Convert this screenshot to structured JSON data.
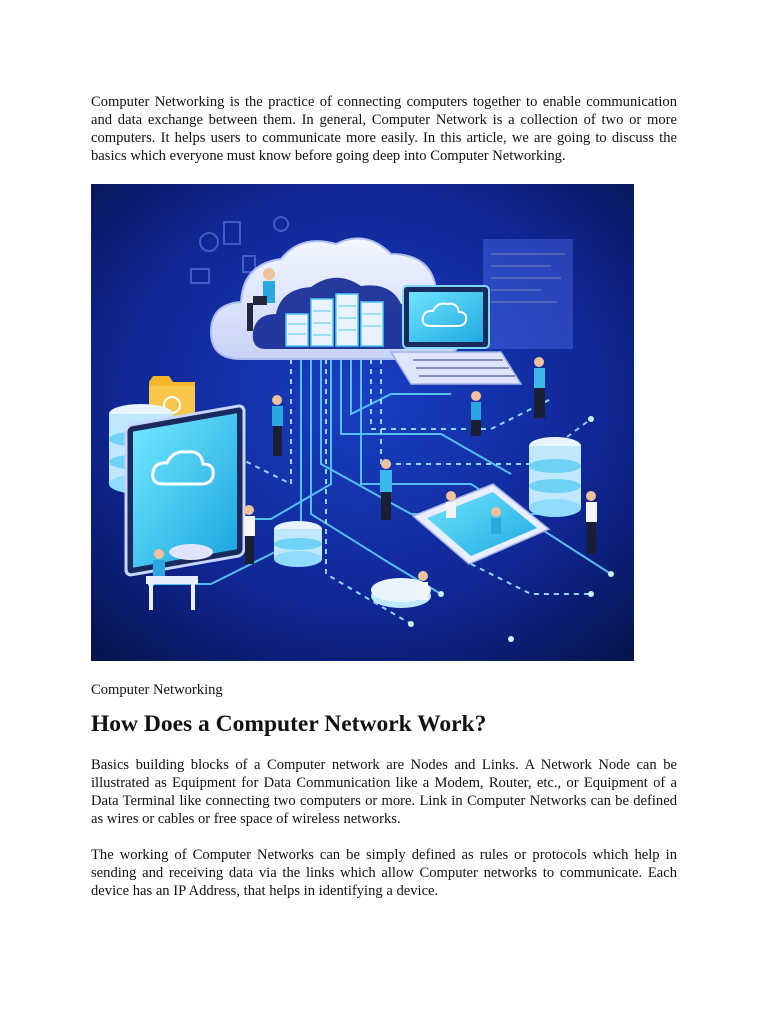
{
  "intro": "Computer Networking is the practice of connecting computers together to enable communication and data exchange between them. In general, Computer Network is a collection of two or more computers. It helps users to communicate more easily. In this article, we are going to discuss the basics which everyone must know before going deep into Computer Networking.",
  "figure": {
    "caption": "Computer Networking",
    "colors": {
      "bg_dark": "#06124a",
      "bg_mid": "#10259a",
      "accent": "#3fd0f0",
      "panel": "#e9eefc",
      "folder": "#f3b52a"
    }
  },
  "section": {
    "heading": "How Does a Computer Network Work?",
    "paragraphs": [
      "Basics building blocks of a Computer network are Nodes and Links. A Network Node can be illustrated as Equipment for Data Communication like a Modem, Router, etc., or Equipment of a Data Terminal like connecting two computers or more. Link in Computer Networks can be defined as wires or cables or free space of wireless networks.",
      "The working of Computer Networks can be simply defined as rules or protocols which help in sending and receiving data via the links which allow Computer networks to communicate. Each device has an IP Address, that helps in identifying a device."
    ]
  }
}
